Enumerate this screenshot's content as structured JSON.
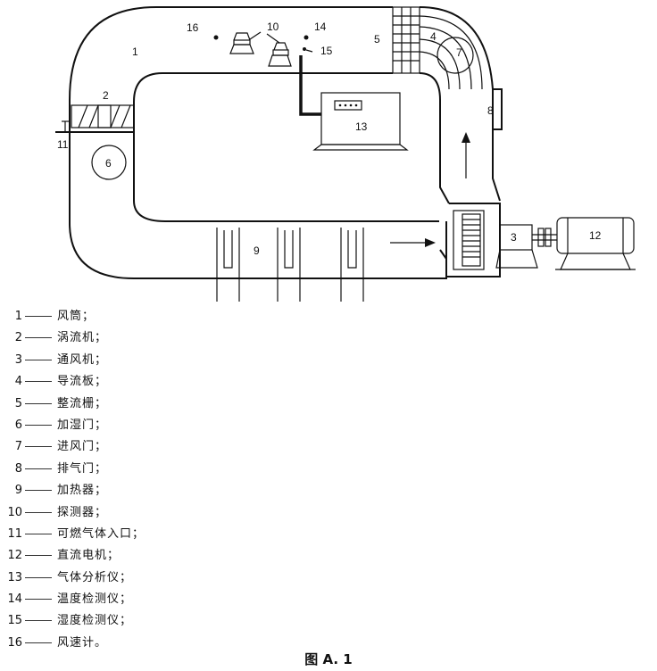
{
  "labels": {
    "l1": "1",
    "l2": "2",
    "l3": "3",
    "l4": "4",
    "l5": "5",
    "l6": "6",
    "l7": "7",
    "l8": "8",
    "l9": "9",
    "l10": "10",
    "l11": "11",
    "l12": "12",
    "l13": "13",
    "l14": "14",
    "l15": "15",
    "l16": "16"
  },
  "legend": [
    {
      "num": "1",
      "text": "风筒；"
    },
    {
      "num": "2",
      "text": "涡流机；"
    },
    {
      "num": "3",
      "text": "通风机；"
    },
    {
      "num": "4",
      "text": "导流板；"
    },
    {
      "num": "5",
      "text": "整流栅；"
    },
    {
      "num": "6",
      "text": "加湿门；"
    },
    {
      "num": "7",
      "text": "进风门；"
    },
    {
      "num": "8",
      "text": "排气门；"
    },
    {
      "num": "9",
      "text": "加热器；"
    },
    {
      "num": "10",
      "text": "探测器；"
    },
    {
      "num": "11",
      "text": "可燃气体入口；"
    },
    {
      "num": "12",
      "text": "直流电机；"
    },
    {
      "num": "13",
      "text": "气体分析仪；"
    },
    {
      "num": "14",
      "text": "温度检测仪；"
    },
    {
      "num": "15",
      "text": "湿度检测仪；"
    },
    {
      "num": "16",
      "text": "风速计。"
    }
  ],
  "caption": "图 A. 1"
}
